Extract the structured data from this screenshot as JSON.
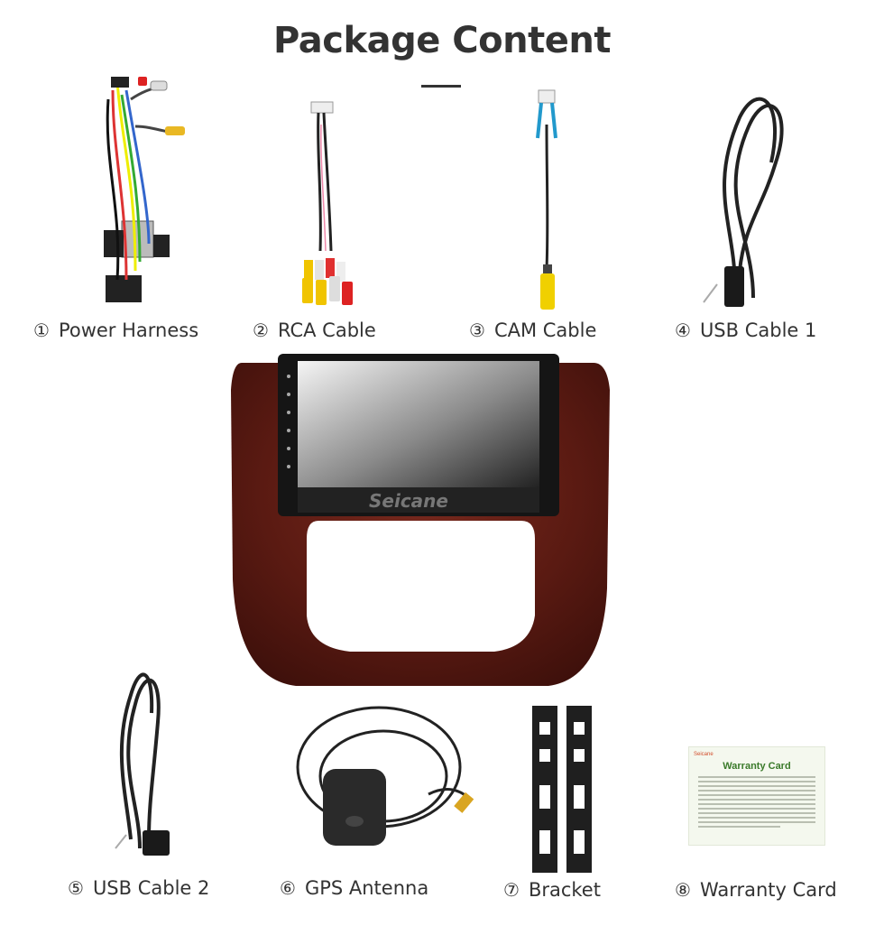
{
  "header": {
    "title": "Package Content"
  },
  "items": [
    {
      "num": "①",
      "label": "Power Harness"
    },
    {
      "num": "②",
      "label": "RCA Cable"
    },
    {
      "num": "③",
      "label": "CAM Cable"
    },
    {
      "num": "④",
      "label": "USB Cable 1"
    },
    {
      "num": "⑤",
      "label": "USB Cable 2"
    },
    {
      "num": "⑥",
      "label": "GPS Antenna"
    },
    {
      "num": "⑦",
      "label": "Bracket"
    },
    {
      "num": "⑧",
      "label": "Warranty Card"
    }
  ],
  "radio": {
    "brand": "Seicane"
  },
  "warranty_card": {
    "brand": "Seicane",
    "title": "Warranty Card"
  },
  "colors": {
    "wood": "#5a1a12",
    "text": "#333333"
  }
}
